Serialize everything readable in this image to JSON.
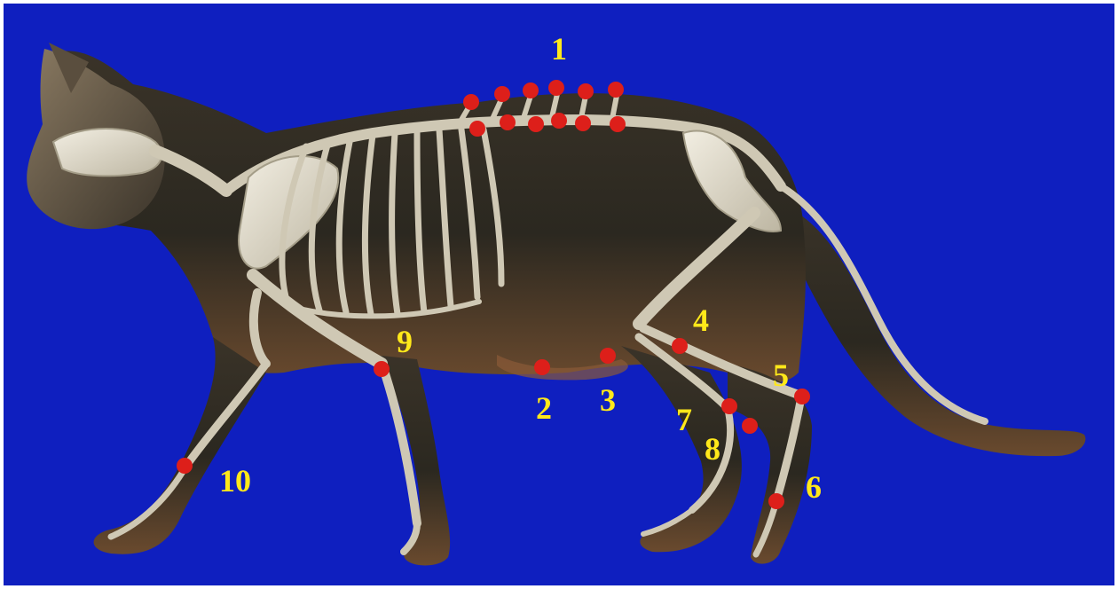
{
  "figure": {
    "subject": "cat-skeleton-anatomy",
    "background_color": "#0f1fbf",
    "label_color": "#ffe81a",
    "marker_color": "#dd1f1a",
    "labels": {
      "l1": "1",
      "l2": "2",
      "l3": "3",
      "l4": "4",
      "l5": "5",
      "l6": "6",
      "l7": "7",
      "l8": "8",
      "l9": "9",
      "l10": "10"
    }
  }
}
